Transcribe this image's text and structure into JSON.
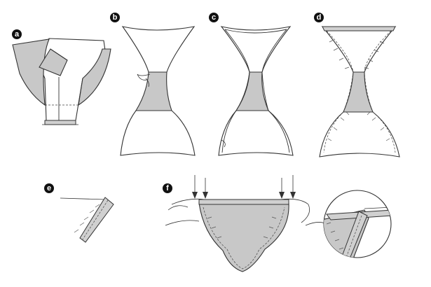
{
  "steps": [
    {
      "id": "a",
      "label": "a"
    },
    {
      "id": "b",
      "label": "b"
    },
    {
      "id": "c",
      "label": "c"
    },
    {
      "id": "d",
      "label": "d"
    },
    {
      "id": "e",
      "label": "e"
    },
    {
      "id": "f",
      "label": "f"
    }
  ],
  "colors": {
    "fabric": "#ffffff",
    "lining": "#c8c8c8",
    "outline": "#333333",
    "label_badge": "#111111"
  }
}
